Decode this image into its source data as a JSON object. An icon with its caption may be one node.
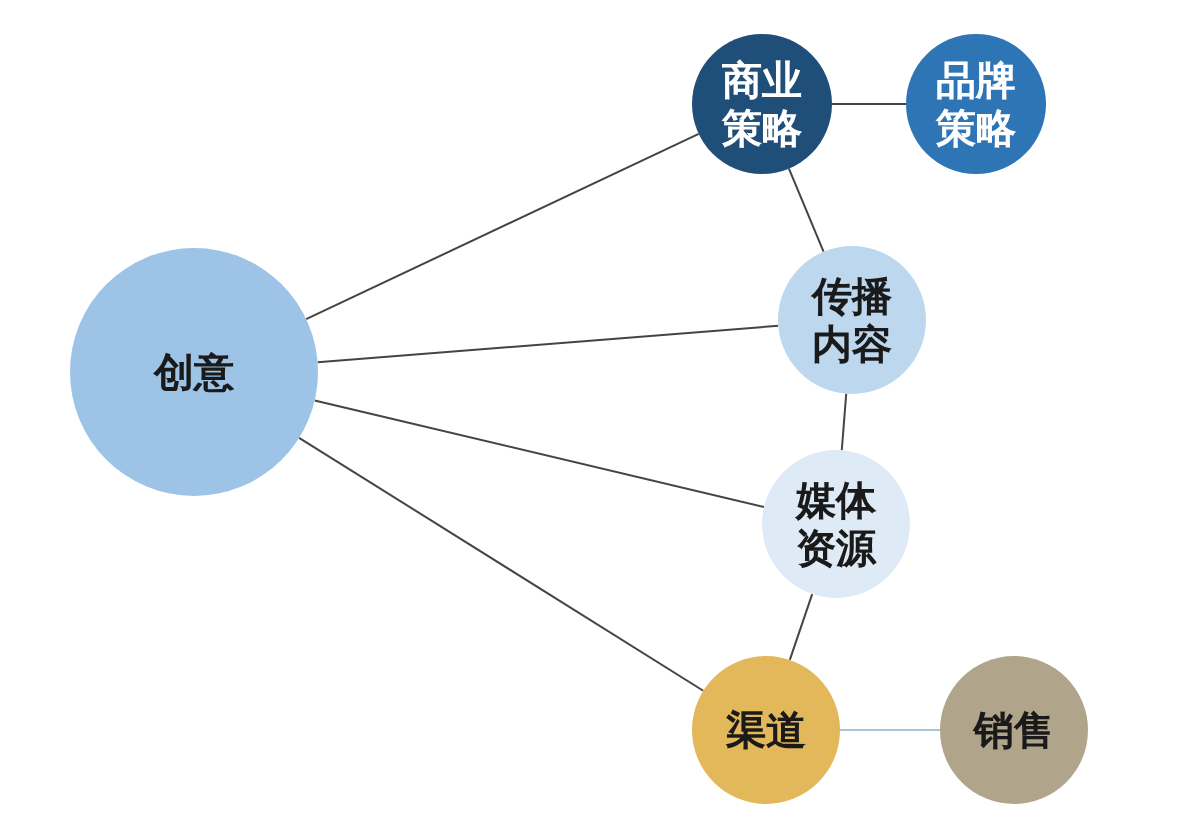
{
  "diagram": {
    "nodes": [
      {
        "text": [
          "创意"
        ]
      },
      {
        "text": [
          "商业策略"
        ]
      },
      {
        "text": [
          "品牌策略"
        ]
      },
      {
        "text": [
          "传播内容"
        ]
      },
      {
        "text": [
          "媒体资源"
        ]
      },
      {
        "text": [
          "渠道"
        ]
      },
      {
        "text": [
          "销售"
        ]
      }
    ],
    "edges": [
      {
        "from": 0,
        "to": 1,
        "arrow": "none"
      },
      {
        "from": 0,
        "to": 3,
        "arrow": "none"
      },
      {
        "from": 0,
        "to": 4,
        "arrow": "none"
      },
      {
        "from": 0,
        "to": 5,
        "arrow": "none"
      },
      {
        "from": 1,
        "to": 2,
        "arrow": "none"
      },
      {
        "from": 1,
        "to": 3,
        "arrow": "none"
      },
      {
        "from": 3,
        "to": 4,
        "arrow": "none"
      },
      {
        "from": 4,
        "to": 5,
        "arrow": "none"
      },
      {
        "from": 5,
        "to": 6,
        "arrow": "none",
        "color": "#a9c4d8"
      }
    ]
  }
}
